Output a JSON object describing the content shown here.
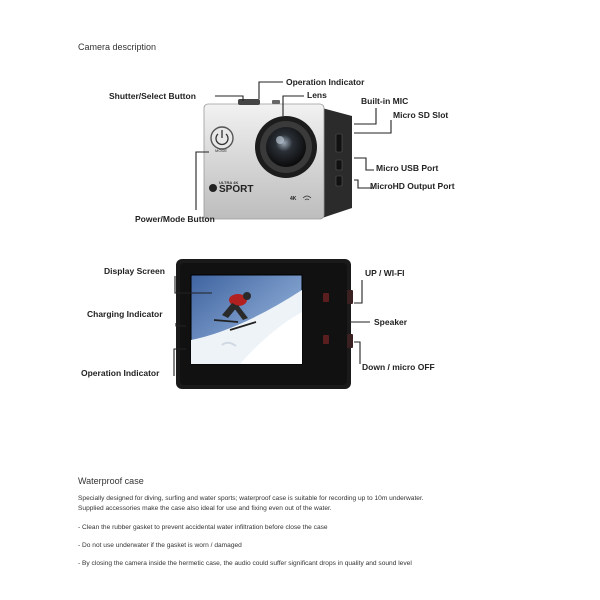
{
  "camera_section": {
    "title": "Camera description"
  },
  "front_view": {
    "labels": {
      "shutter": "Shutter/Select Button",
      "operation_indicator": "Operation Indicator",
      "lens": "Lens",
      "mic": "Built-in MIC",
      "sd_slot": "Micro SD Slot",
      "usb_port": "Micro USB Port",
      "hd_port": "MicroHD Output Port",
      "power_mode": "Power/Mode Button"
    },
    "body_text": {
      "mode": "MODE",
      "brand": "SPORT",
      "ultra": "ULTRA 4K",
      "res": "4K"
    }
  },
  "back_view": {
    "labels": {
      "display": "Display Screen",
      "charging": "Charging Indicator",
      "operation": "Operation Indicator",
      "up_wifi": "UP / WI-FI",
      "speaker": "Speaker",
      "down_off": "Down / micro OFF"
    }
  },
  "waterproof_section": {
    "title": "Waterproof case",
    "intro_line1": "Specially designed for diving, surfing and water sports; waterproof case is suitable for recording up to 10m underwater.",
    "intro_line2": "Supplied accessories make the case also ideal for use and fixing even out of the water.",
    "bullets": [
      "- Clean the rubber gasket to prevent accidental water infiltration before close the case",
      "- Do not use underwater if the gasket is worn / damaged",
      "- By closing the camera inside the hermetic case, the audio could suffer significant drops in quality and sound level"
    ]
  },
  "colors": {
    "body_silver": "#d9d9d9",
    "body_dark": "#1a1a1a",
    "screen_sky": "#4b6fa8",
    "jacket_red": "#b32020"
  }
}
